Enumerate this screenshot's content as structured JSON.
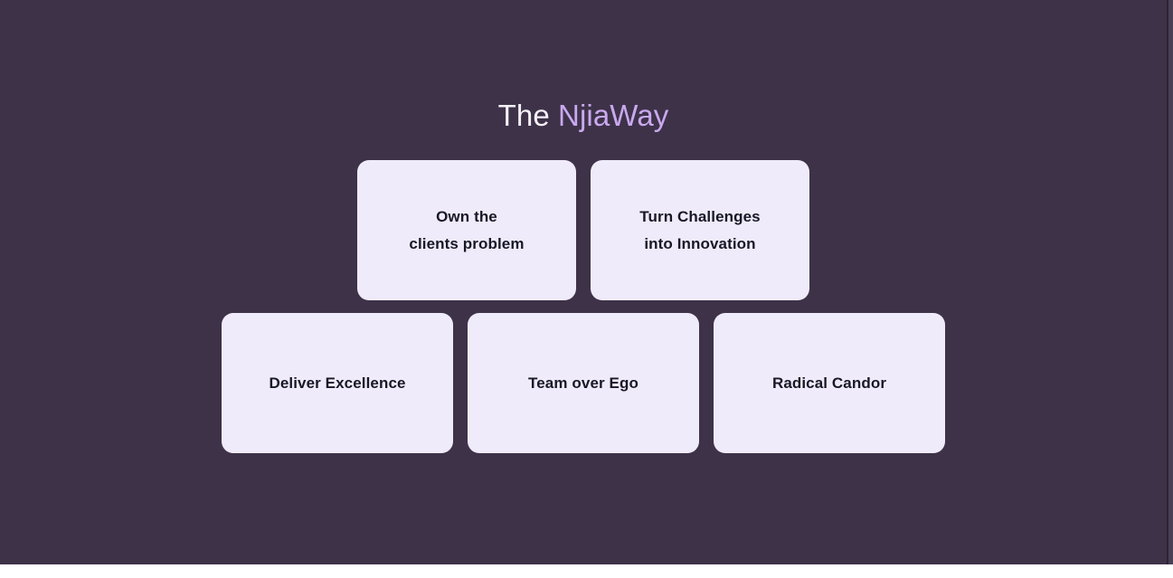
{
  "page": {
    "background_color": "#3e3249",
    "card_color": "#f0ebfa",
    "accent_color": "#c9a9ef",
    "card_text_color": "#181826"
  },
  "header": {
    "title_lead": "The ",
    "title_accent": "NjiaWay",
    "title_full": "The NjiaWay"
  },
  "values": {
    "row_top": [
      {
        "label": "Own the\nclients problem"
      },
      {
        "label": "Turn Challenges\ninto Innovation"
      }
    ],
    "row_bottom": [
      {
        "label": "Deliver Excellence"
      },
      {
        "label": "Team over Ego"
      },
      {
        "label": "Radical Candor"
      }
    ]
  }
}
